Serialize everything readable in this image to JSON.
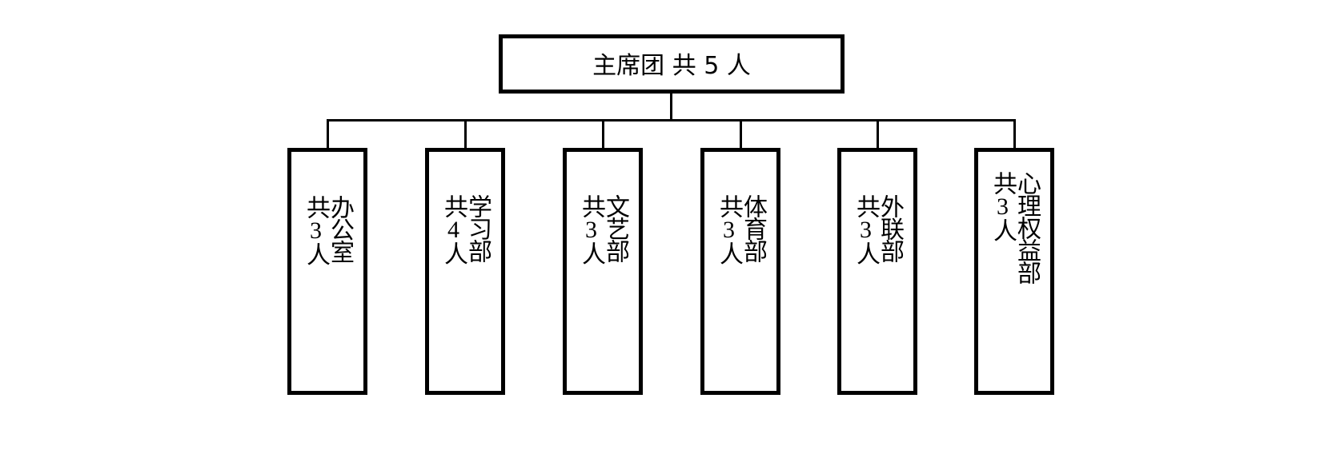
{
  "root": {
    "name": "主席团",
    "count_text": "共 5 人"
  },
  "departments": [
    {
      "name": "办公室",
      "count_text": "共3人"
    },
    {
      "name": "学习部",
      "count_text": "共4人"
    },
    {
      "name": "文艺部",
      "count_text": "共3人"
    },
    {
      "name": "体育部",
      "count_text": "共3人"
    },
    {
      "name": "外联部",
      "count_text": "共3人"
    },
    {
      "name": "心理权益部",
      "count_text": "共3人"
    }
  ],
  "colors": {
    "line": "#000000",
    "background": "#ffffff"
  }
}
